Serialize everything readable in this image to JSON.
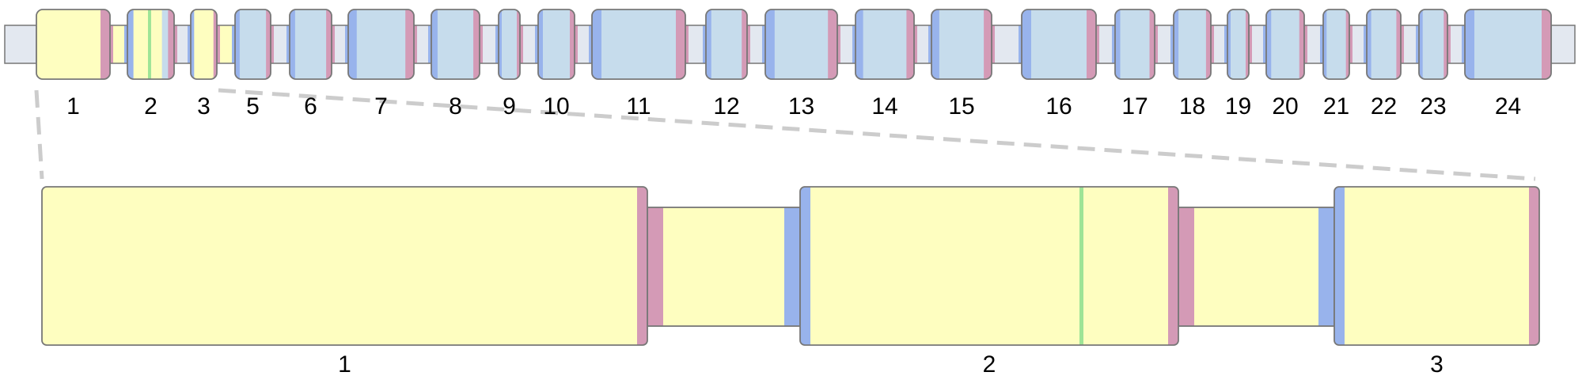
{
  "colors": {
    "exon_fill": "#c6dcec",
    "highlight_fill": "#fefec0",
    "intron_fill": "#e3e8f0",
    "intron_highlight_fill": "#fefec0",
    "donor_edge": "#d49ab6",
    "acceptor_edge": "#98b3ec",
    "green_marker": "#9ee496",
    "outline": "#777777",
    "zoom_guide": "#cccccc"
  },
  "overview": {
    "labels": [
      "1",
      "2",
      "3",
      "5",
      "6",
      "7",
      "8",
      "9",
      "10",
      "11",
      "12",
      "13",
      "14",
      "15",
      "16",
      "17",
      "18",
      "19",
      "20",
      "21",
      "22",
      "23",
      "24"
    ]
  },
  "detail": {
    "labels": [
      "1",
      "2",
      "3"
    ]
  }
}
